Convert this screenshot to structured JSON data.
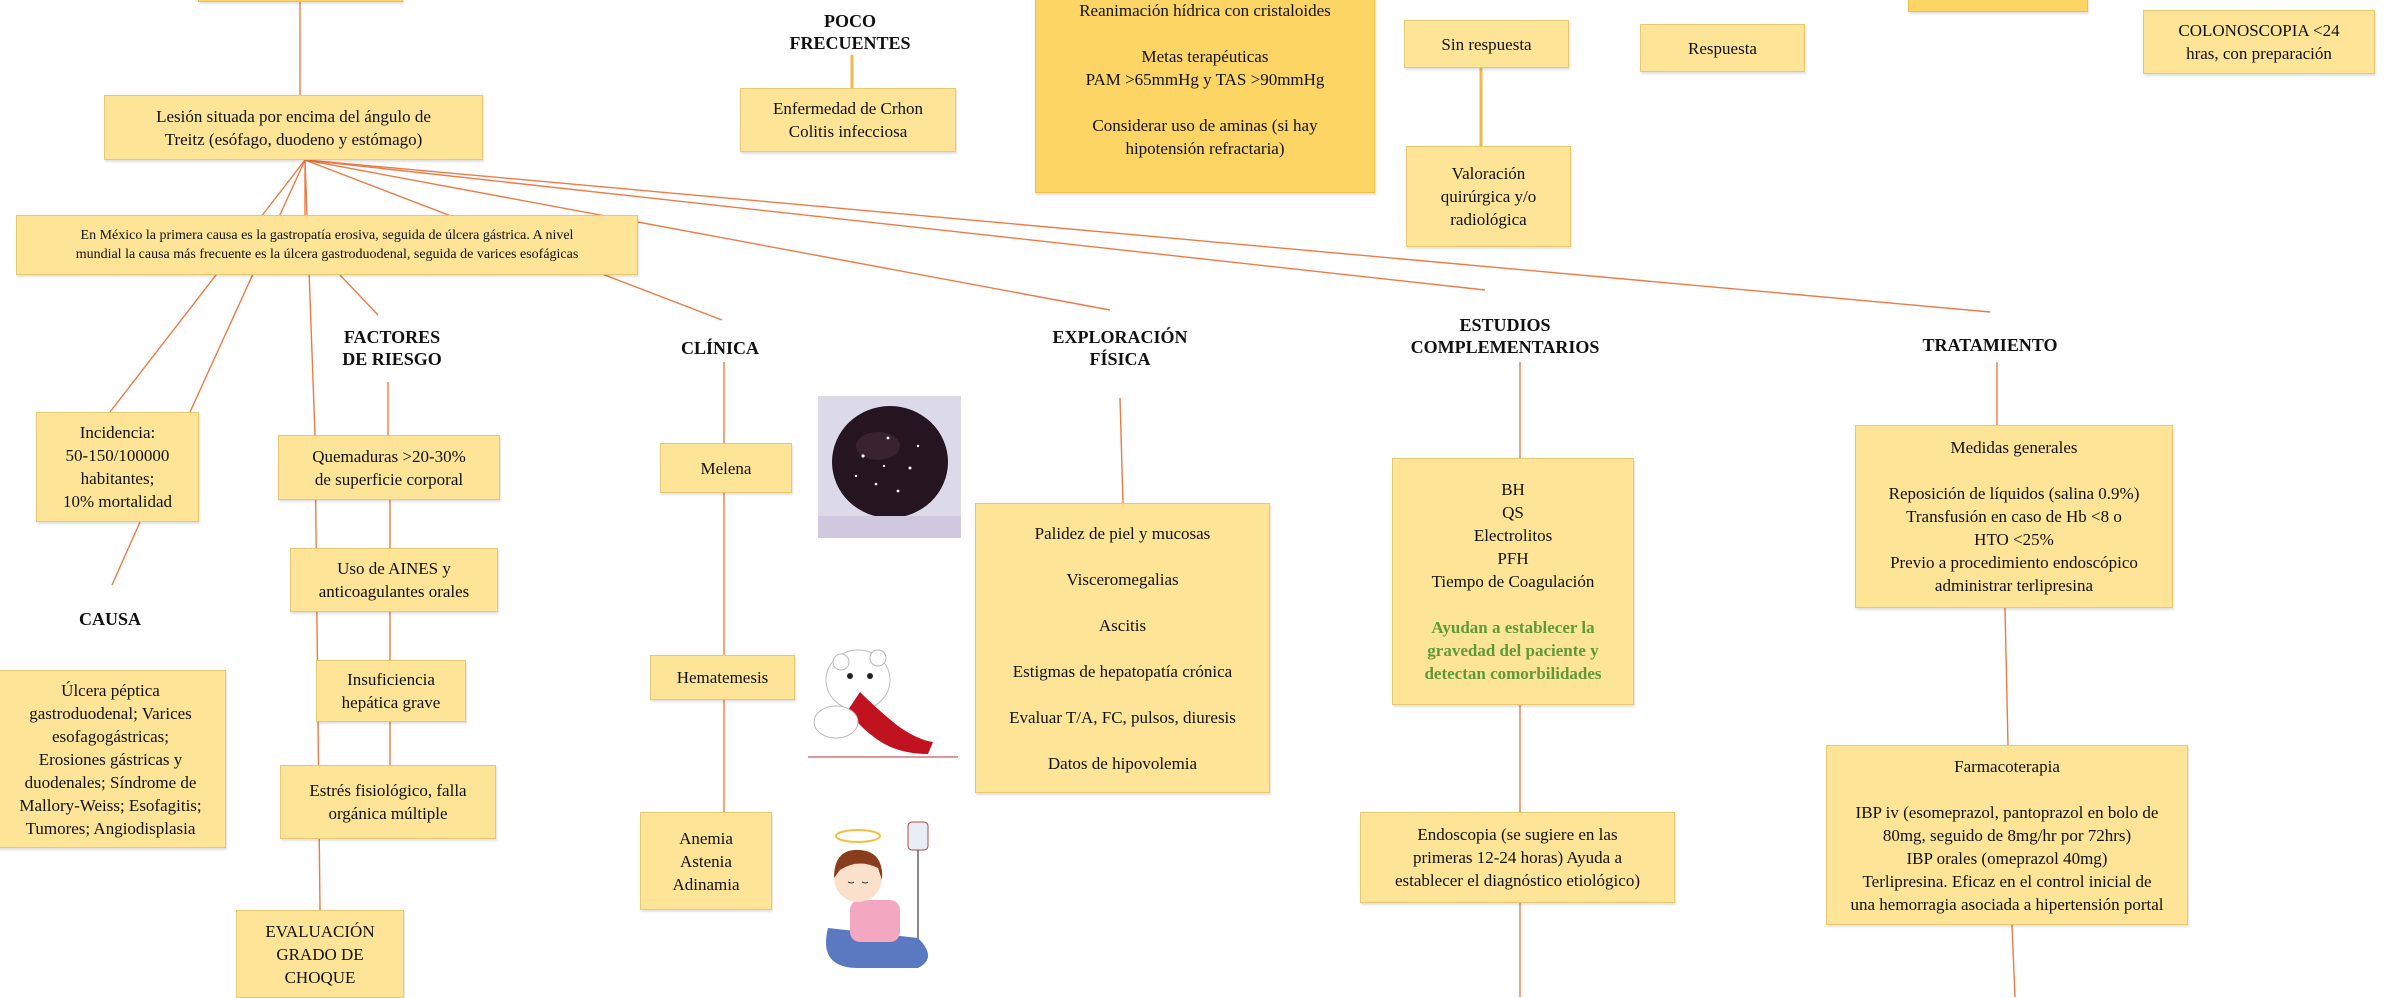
{
  "top": {
    "poco_frecuentes_heading": "POCO\nFRECUENTES",
    "crohn_box": "Enfermedad de Crhon\nColitis infecciosa",
    "reanimacion_box": "Reanimación hídrica con cristaloides\n\nMetas terapéuticas\nPAM >65mmHg y TAS >90mmHg\n\nConsiderar uso de aminas (si hay\nhipotensión refractaria)",
    "sin_respuesta": "Sin respuesta",
    "respuesta": "Respuesta",
    "valoracion": "Valoración\nquirúrgica y/o\nradiológica",
    "colonoscopia": "COLONOSCOPIA <24\nhras, con preparación"
  },
  "center": {
    "lesion_box": "Lesión situada por encima del ángulo de\nTreitz (esófago, duodeno y estómago)",
    "mexico_box": "En México la primera causa es la gastropatía erosiva, seguida de úlcera gástrica. A nivel\nmundial la causa más frecuente es la úlcera gastroduodenal, seguida de varices esofágicas"
  },
  "left": {
    "incidencia": "Incidencia:\n50-150/100000\nhabitantes;\n10% mortalidad",
    "causa_heading": "CAUSA",
    "causa_box": "Úlcera péptica\ngastroduodenal; Varices\nesofagogástricas;\nErosiones gástricas y\nduodenales; Síndrome de\nMallory-Weiss; Esofagitis;\nTumores; Angiodisplasia"
  },
  "factores": {
    "heading": "FACTORES\nDE RIESGO",
    "items": [
      "Quemaduras >20-30%\nde superficie corporal",
      "Uso de AINES y\nanticoagulantes orales",
      "Insuficiencia\nhepática grave",
      "Estrés fisiológico, falla\norgánica múltiple"
    ],
    "evaluacion": "EVALUACIÓN\nGRADO DE\nCHOQUE"
  },
  "clinica": {
    "heading": "CLÍNICA",
    "melena": "Melena",
    "hematemesis": "Hematemesis",
    "anemia": "Anemia\nAstenia\nAdinamia"
  },
  "exploracion": {
    "heading": "EXPLORACIÓN\nFÍSICA",
    "items": "Palidez de piel y mucosas\n\nVisceromegalias\n\nAscitis\n\nEstigmas de hepatopatía crónica\n\nEvaluar T/A, FC, pulsos, diuresis\n\nDatos de hipovolemia"
  },
  "estudios": {
    "heading": "ESTUDIOS\nCOMPLEMENTARIOS",
    "labs": "BH\nQS\nElectrolitos\nPFH\nTiempo de Coagulación",
    "labs_note": "Ayudan a establecer la\ngravedad del paciente y\ndetectan comorbilidades",
    "endoscopia": "Endoscopia (se sugiere en las\nprimeras 12-24 horas) Ayuda a\nestablecer el diagnóstico etiológico)"
  },
  "tratamiento": {
    "heading": "TRATAMIENTO",
    "medidas": "Medidas generales\n\nReposición de líquidos (salina 0.9%)\nTransfusión en caso de Hb <8 o\nHTO <25%\nPrevio a procedimiento endoscópico\nadministrar terlipresina",
    "farmaco": "Farmacoterapia\n\nIBP iv (esomeprazol, pantoprazol en bolo de\n80mg, seguido de 8mg/hr por 72hrs)\nIBP orales (omeprazol 40mg)\nTerlipresina. Eficaz en el control inicial de\nuna hemorragia asociada a hipertensión portal"
  },
  "colors": {
    "line": "#ee7a45",
    "box": "#fde497",
    "box_gold": "#fcd565",
    "green_text": "#5f9a36"
  }
}
